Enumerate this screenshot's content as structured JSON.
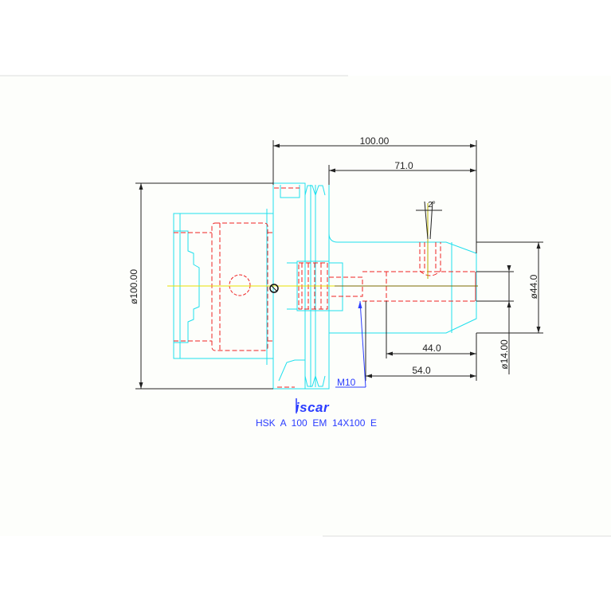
{
  "drawing": {
    "dimensions": {
      "overall_length": "100.00",
      "projection_length": "71.0",
      "flange_diameter": "ø100.00",
      "body_diameter": "ø44.0",
      "bore_diameter": "ø14.00",
      "depth_44": "44.0",
      "depth_54": "54.0",
      "angle": "2°",
      "thread": "M10"
    },
    "brand": "iscar",
    "part_designation": "HSK  A  100  EM  14X100  E"
  },
  "colors": {
    "outline": "#1fe0ee",
    "hidden_lines": "#ee2222",
    "dimension_lines": "#222222",
    "centerline": "#e8e000",
    "label_blue": "#2a3cff"
  }
}
